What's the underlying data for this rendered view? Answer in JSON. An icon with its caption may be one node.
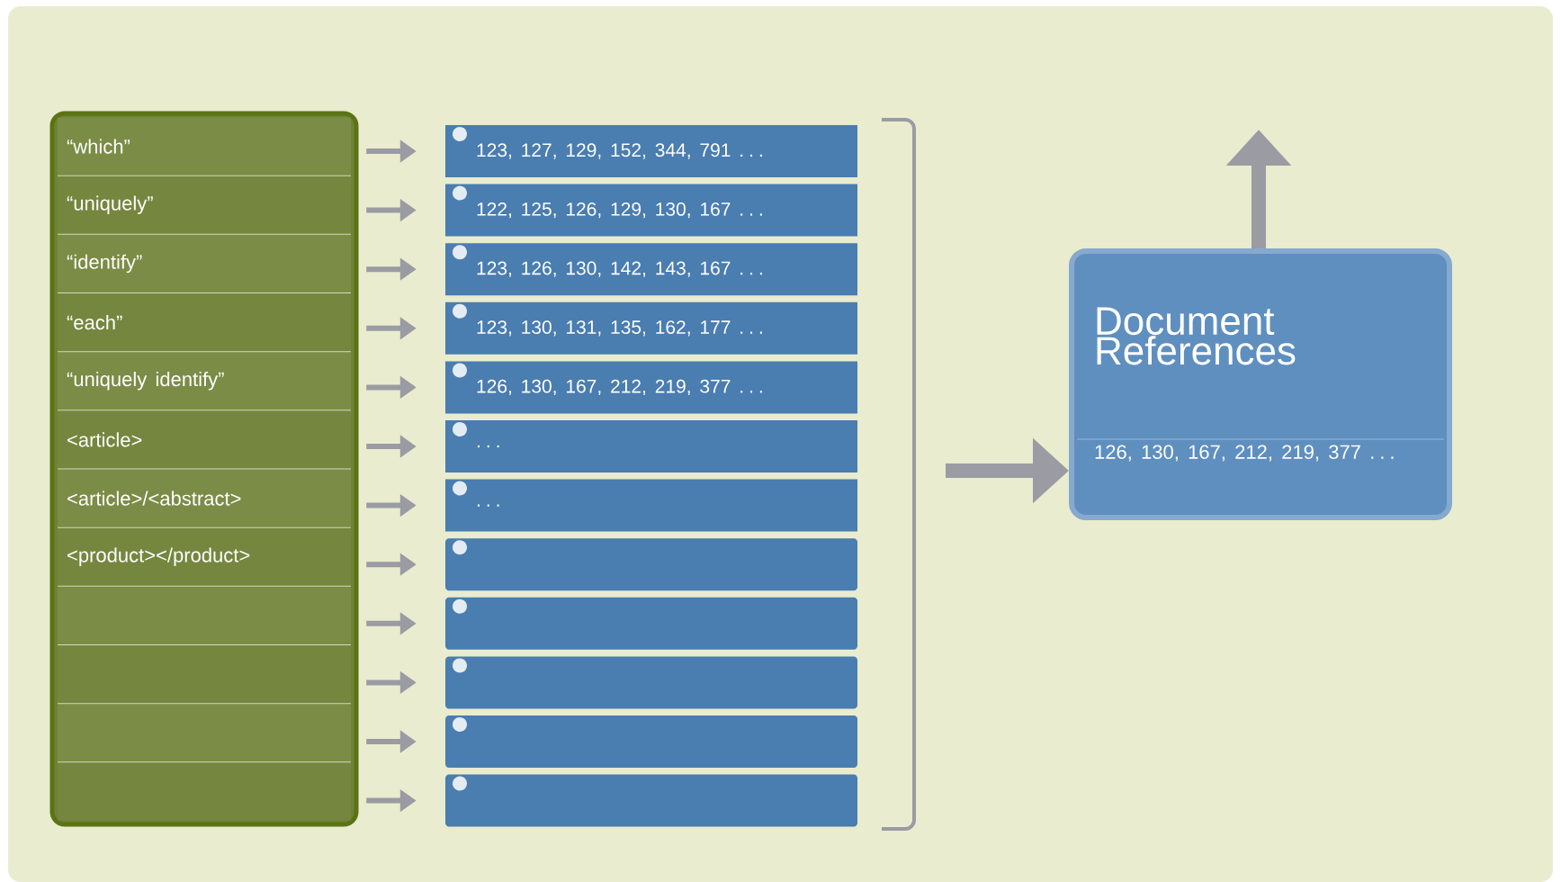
{
  "diagram": {
    "nodes": [
      {
        "text": [],
        "shape": "box"
      },
      {
        "text": [
          "“which”"
        ],
        "in": 0
      },
      {
        "text": [
          "“uniquely”"
        ],
        "in": 0
      },
      {
        "text": [
          "“identify”"
        ],
        "in": 0
      },
      {
        "text": [
          "“each”"
        ],
        "in": 0
      },
      {
        "text": [
          "“uniquely identify”"
        ],
        "in": 0
      },
      {
        "text": [
          "<article>"
        ],
        "in": 0
      },
      {
        "text": [
          "<article>/<abstract>"
        ],
        "in": 0
      },
      {
        "text": [
          "<product></product>"
        ],
        "in": 0
      },
      {
        "text": [],
        "shape": "box",
        "in": 0
      },
      {
        "text": [],
        "shape": "box",
        "in": 0
      },
      {
        "text": [],
        "shape": "box",
        "in": 0
      },
      {
        "text": [],
        "shape": "box",
        "in": 0
      },
      {
        "text": [
          "123, 127, 129, 152, 344, 791 . . ."
        ]
      },
      {
        "text": [
          "122, 125, 126, 129, 130, 167 . . ."
        ]
      },
      {
        "text": [
          "123, 126, 130, 142, 143, 167 . . ."
        ]
      },
      {
        "text": [
          "123, 130, 131, 135, 162, 177 . . ."
        ]
      },
      {
        "text": [
          "126, 130, 167, 212, 219, 377 . . ."
        ]
      },
      {
        "text": [
          ". . ."
        ]
      },
      {
        "text": [
          ". . ."
        ]
      },
      {
        "text": [],
        "shape": "bar"
      },
      {
        "text": [],
        "shape": "bar"
      },
      {
        "text": [],
        "shape": "bar"
      },
      {
        "text": [],
        "shape": "bar"
      },
      {
        "text": [],
        "shape": "bar"
      },
      {
        "text": [
          "Document References",
          "126, 130, 167, 212, 219, 377 . . ."
        ]
      }
    ],
    "edges": [
      {
        "from": 1,
        "to": 13,
        "arrow": "to"
      },
      {
        "from": 2,
        "to": 14,
        "arrow": "to"
      },
      {
        "from": 3,
        "to": 15,
        "arrow": "to"
      },
      {
        "from": 4,
        "to": 16,
        "arrow": "to"
      },
      {
        "from": 5,
        "to": 17,
        "arrow": "to"
      },
      {
        "from": 6,
        "to": 18,
        "arrow": "to"
      },
      {
        "from": 7,
        "to": 19,
        "arrow": "to"
      },
      {
        "from": 8,
        "to": 20,
        "arrow": "to"
      },
      {
        "from": 9,
        "to": 21,
        "arrow": "to"
      },
      {
        "from": 10,
        "to": 22,
        "arrow": "to"
      },
      {
        "from": 11,
        "to": 23,
        "arrow": "to"
      },
      {
        "from": 12,
        "to": 24,
        "arrow": "to"
      },
      {
        "from": null,
        "to": 25,
        "arrow": "to",
        "style": "thick"
      },
      {
        "from": 25,
        "to": null,
        "arrow": "to",
        "style": "thick"
      }
    ]
  }
}
